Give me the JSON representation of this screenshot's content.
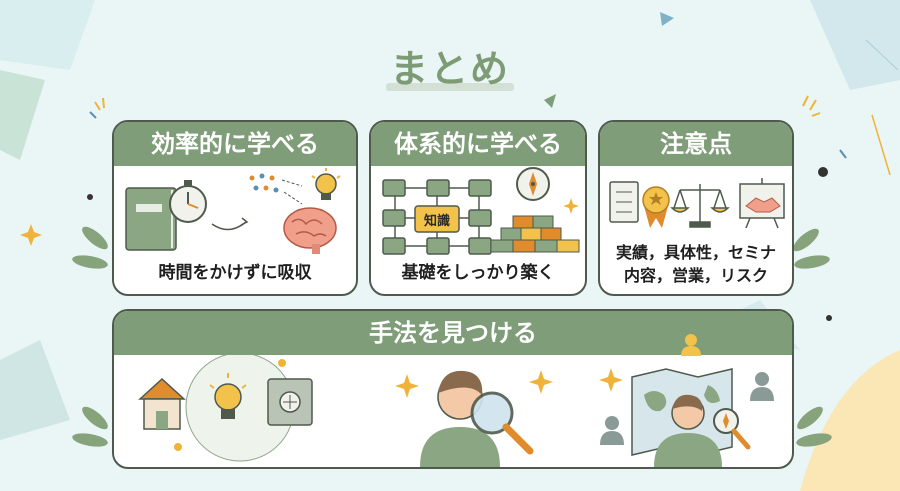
{
  "title": "まとめ",
  "cards": [
    {
      "id": "efficient",
      "header": "効率的に学べる",
      "caption": "時間をかけずに吸収"
    },
    {
      "id": "systematic",
      "header": "体系的に学べる",
      "center_label": "知識",
      "caption": "基礎をしっかり築く"
    },
    {
      "id": "caution",
      "header": "注意点",
      "caption_lines": [
        "実績，具体性，セミナ",
        "内容，営業，リスク"
      ]
    },
    {
      "id": "method",
      "header": "手法を見つける"
    }
  ],
  "colors": {
    "accent": "#7e9d78",
    "border": "#4f5a4d",
    "background": "#eaf5f6",
    "title": "#7d9b74"
  }
}
